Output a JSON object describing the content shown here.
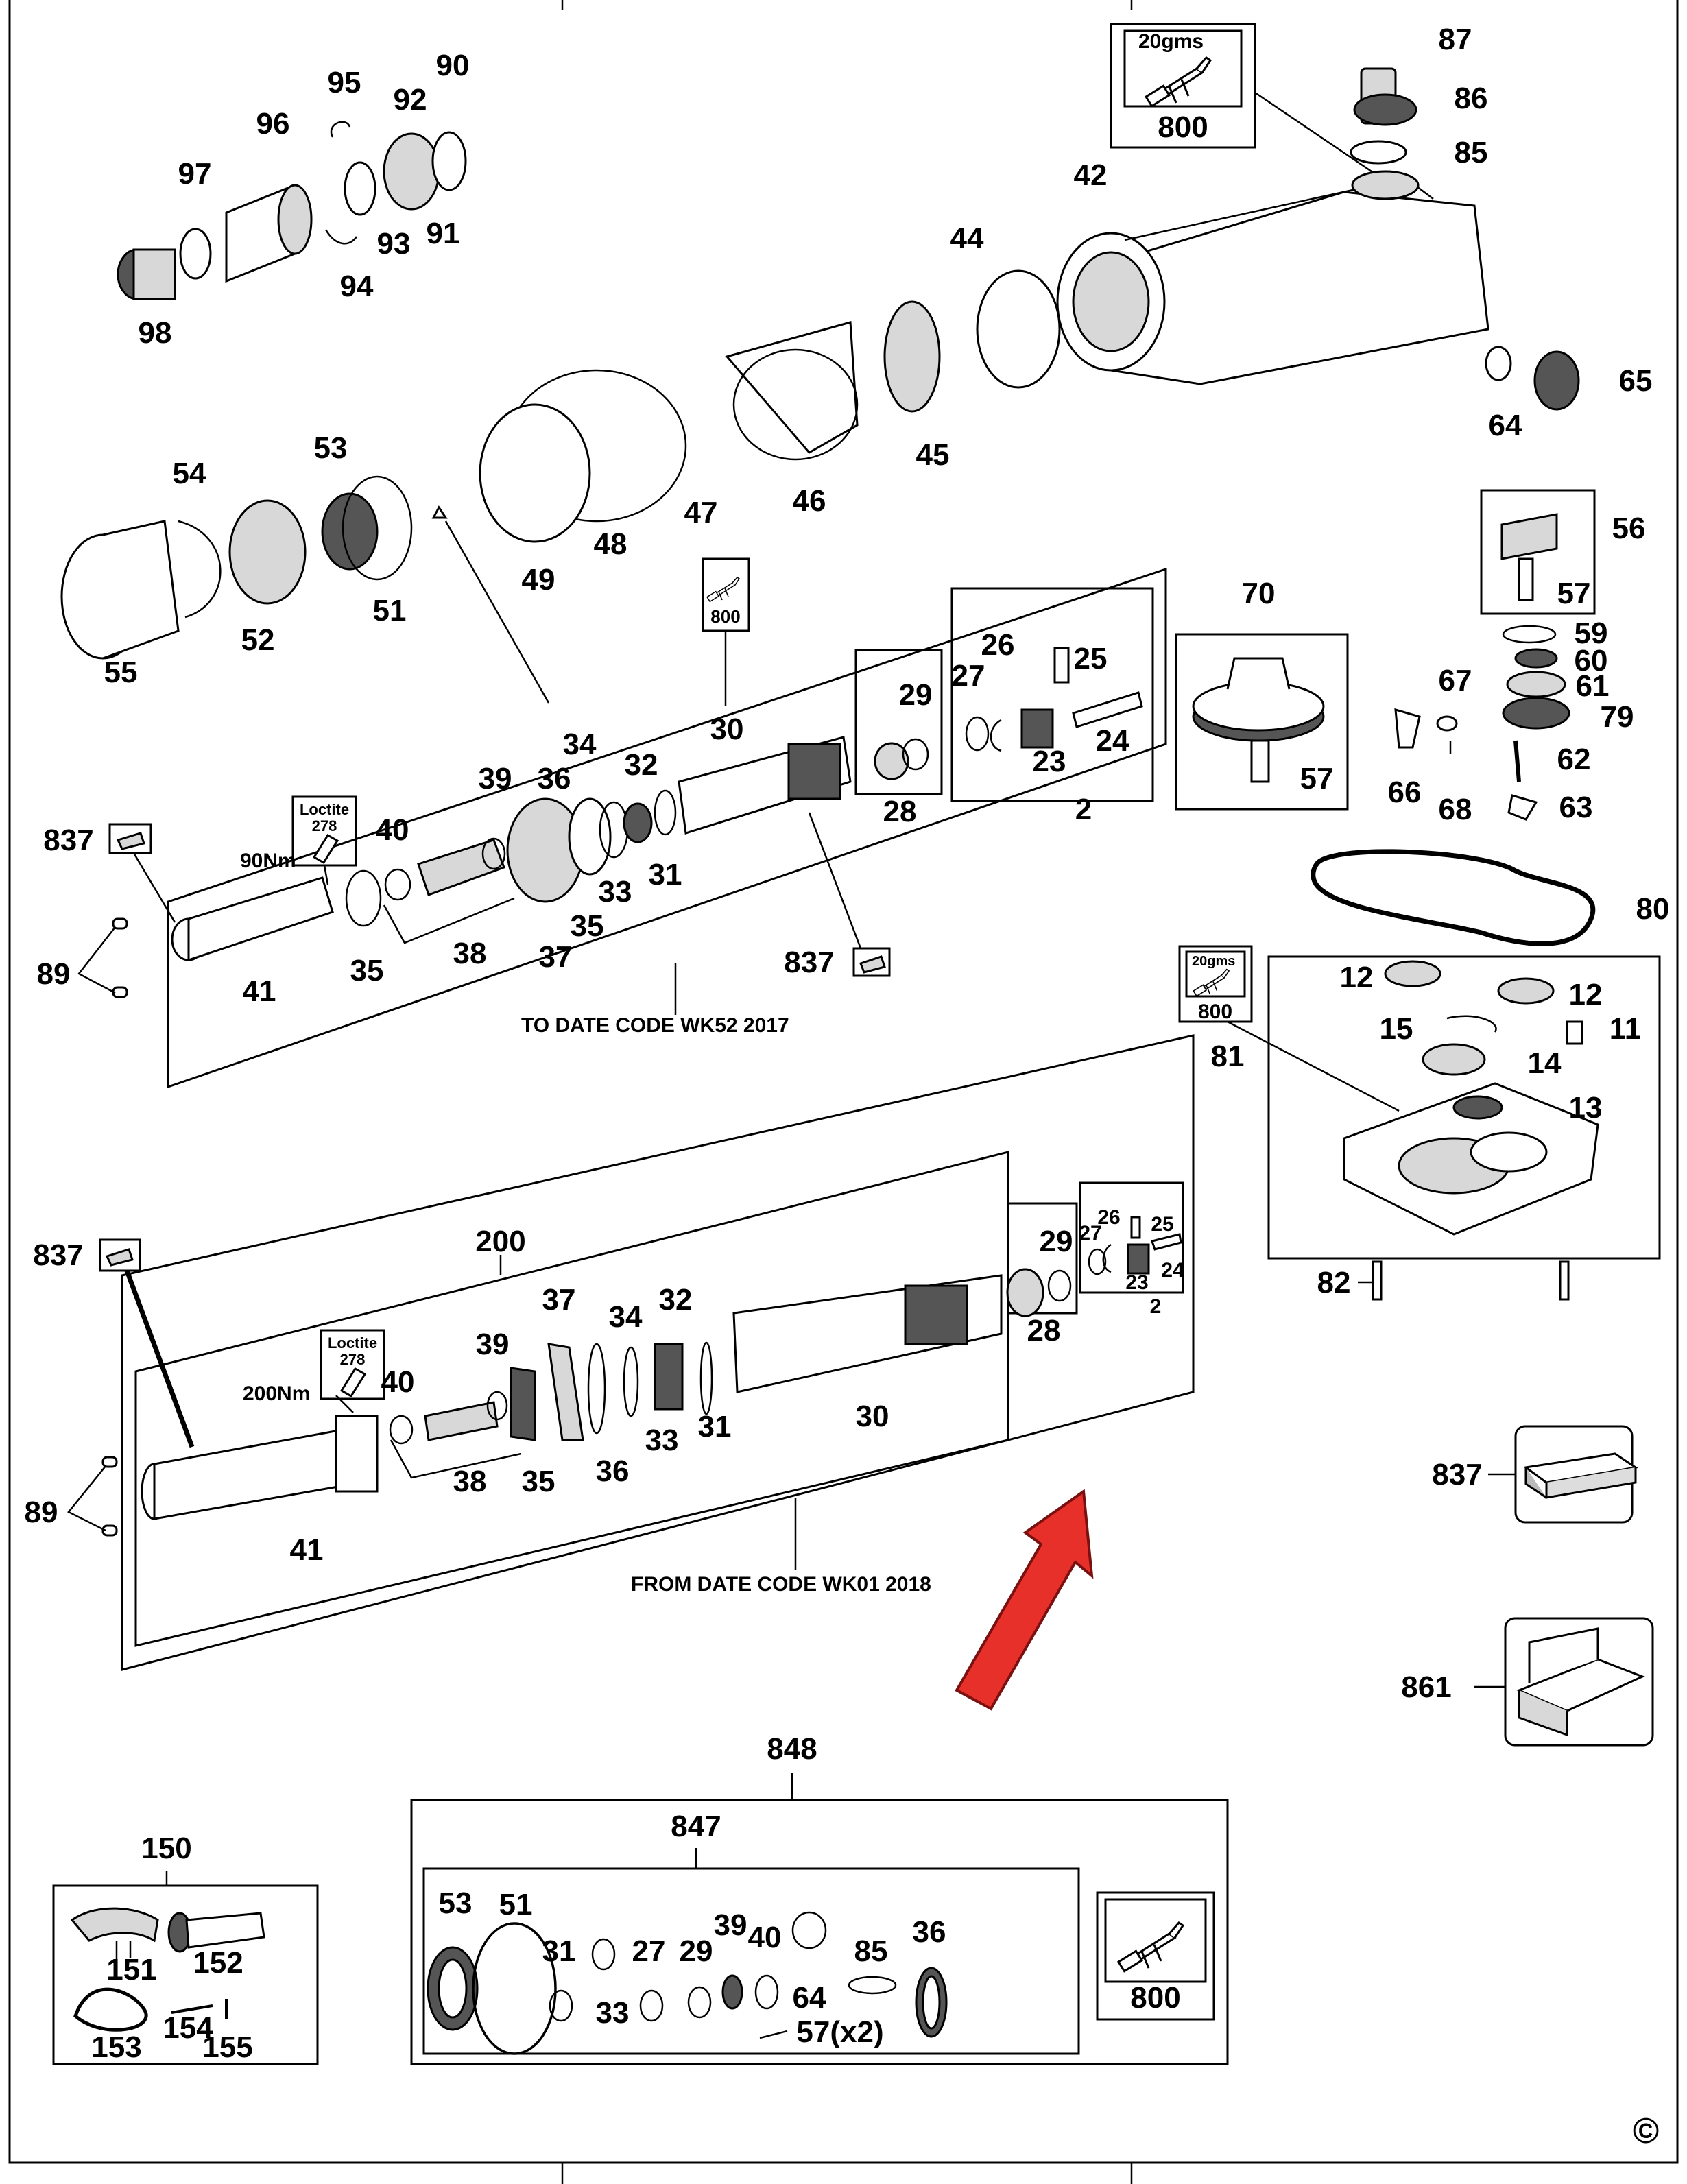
{
  "labels": {
    "p95": "95",
    "p90": "90",
    "p96": "96",
    "p92": "92",
    "p97": "97",
    "p93": "93",
    "p91": "91",
    "p94": "94",
    "p98": "98",
    "p87": "87",
    "p86": "86",
    "p85": "85",
    "p42": "42",
    "p44": "44",
    "p65": "65",
    "p64": "64",
    "p45": "45",
    "p54": "54",
    "p53": "53",
    "p49": "49",
    "p48": "48",
    "p47": "47",
    "p46": "46",
    "p52": "52",
    "p51": "51",
    "p55": "55",
    "p56": "56",
    "p57a": "57",
    "p70": "70",
    "p57b": "57",
    "p59": "59",
    "p60": "60",
    "p61": "61",
    "p79": "79",
    "p67": "67",
    "p66": "66",
    "p68": "68",
    "p62": "62",
    "p63": "63",
    "p80": "80",
    "p12a": "12",
    "p12b": "12",
    "p15": "15",
    "p11": "11",
    "p14": "14",
    "p81": "81",
    "p13": "13",
    "p82": "82",
    "u30": "30",
    "u29": "29",
    "u28": "28",
    "u26": "26",
    "u25": "25",
    "u27": "27",
    "u23": "23",
    "u24": "24",
    "u2": "2",
    "u34": "34",
    "u32": "32",
    "u36": "36",
    "u39": "39",
    "u40": "40",
    "u33": "33",
    "u31": "31",
    "u35a": "35",
    "u35b": "35",
    "u38": "38",
    "u37": "37",
    "u41": "41",
    "u837a": "837",
    "u837b": "837",
    "u89": "89",
    "l200": "200",
    "l29": "29",
    "l28": "28",
    "l26": "26",
    "l25": "25",
    "l27": "27",
    "l23": "23",
    "l24": "24",
    "l2": "2",
    "l37": "37",
    "l34": "34",
    "l32": "32",
    "l39": "39",
    "l40": "40",
    "l33": "33",
    "l31": "31",
    "l30": "30",
    "l36": "36",
    "l38": "38",
    "l35": "35",
    "l41": "41",
    "l837": "837",
    "l89": "89",
    "s837": "837",
    "s861": "861",
    "k848": "848",
    "k847": "847",
    "k53": "53",
    "k51": "51",
    "k31": "31",
    "k27": "27",
    "k29": "29",
    "k39": "39",
    "k40": "40",
    "k64": "64",
    "k85": "85",
    "k36": "36",
    "k33": "33",
    "k57": "57(x2)",
    "h150": "150",
    "h151": "151",
    "h152": "152",
    "h153": "153",
    "h154": "154",
    "h155": "155"
  },
  "badges": {
    "grease_weight": "20gms",
    "grease_code": "800",
    "loctite_brand": "Loctite",
    "loctite_grade": "278"
  },
  "torques": {
    "upper": "90Nm",
    "lower": "200Nm"
  },
  "notes": {
    "upper_range": "TO DATE CODE WK52 2017",
    "lower_range": "FROM DATE CODE WK01 2018"
  },
  "copyright_mark": "©",
  "colors": {
    "arrow_fill": "#e8302a",
    "arrow_stroke": "#7a1010",
    "line": "#000000"
  },
  "icons": [
    "grease-gun-icon",
    "loctite-bottle-icon",
    "grease-pack-icon",
    "carry-case-icon"
  ]
}
